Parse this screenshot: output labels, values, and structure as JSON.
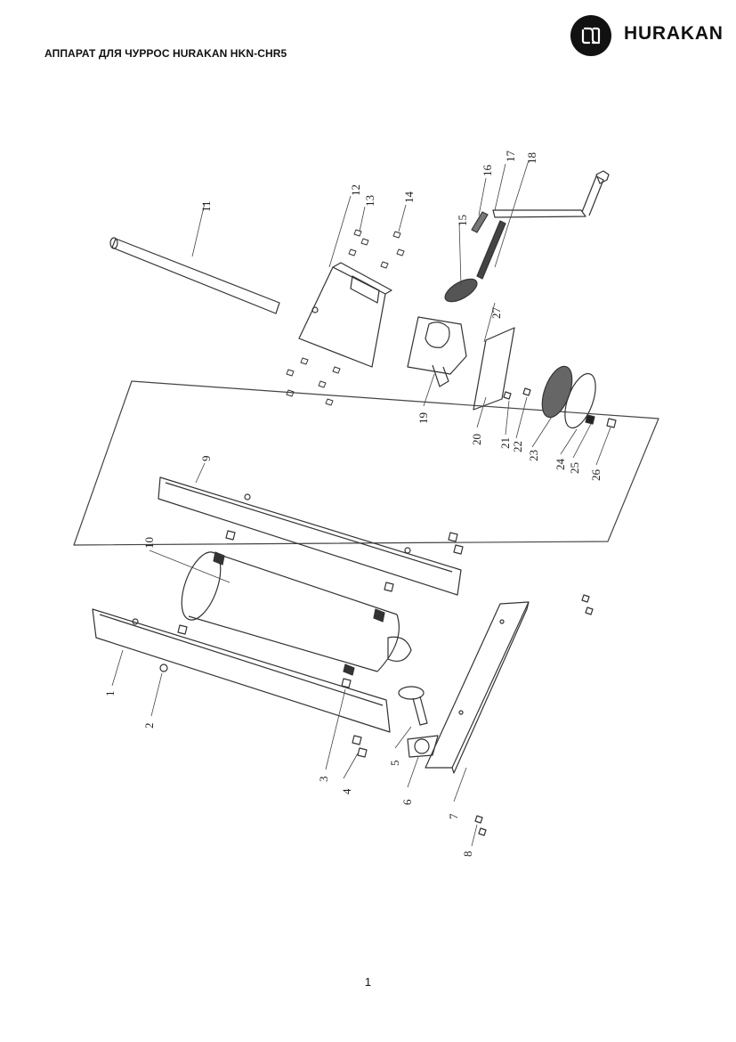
{
  "header": {
    "doc_title": "АППАРАТ ДЛЯ ЧУРРОС HURAKAN HKN-CHR5",
    "brand": "HURAKAN"
  },
  "drawing": {
    "part_numbers": [
      "1",
      "2",
      "3",
      "4",
      "5",
      "6",
      "7",
      "8",
      "9",
      "10",
      "11",
      "12",
      "13",
      "14",
      "15",
      "16",
      "17",
      "18",
      "19",
      "20",
      "21",
      "22",
      "23",
      "24",
      "25",
      "26",
      "27"
    ]
  },
  "footer": {
    "page_number": "1"
  }
}
